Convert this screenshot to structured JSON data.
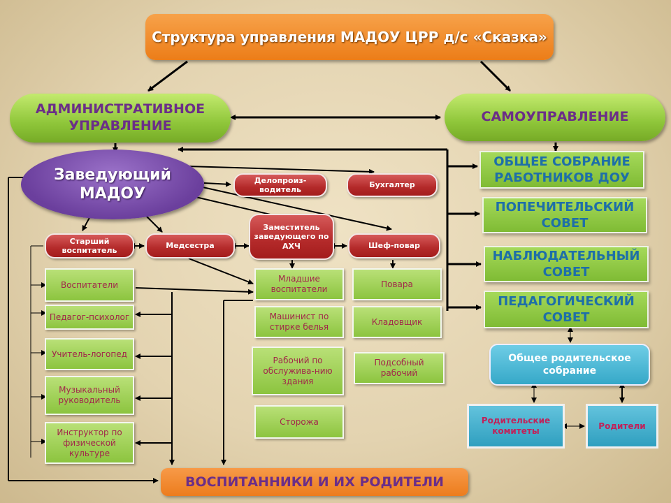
{
  "title": "Структура управления МАДОУ ЦРР д/с «Сказка»",
  "admin": "АДМИНИСТРАТИВНОЕ УПРАВЛЕНИЕ",
  "self_government": "САМОУПРАВЛЕНИЕ",
  "head": "Заведующий МАДОУ",
  "red_boxes": {
    "clerk": "Делопроиз-водитель",
    "accountant": "Бухгалтер",
    "senior_educator": "Старший воспитатель",
    "nurse": "Медсестра",
    "deputy": "Заместитель заведующего по АХЧ",
    "chef": "Шеф-повар"
  },
  "staff": {
    "educators": "Воспитатели",
    "psychologist": "Педагог-психолог",
    "speech_therapist": "Учитель-логопед",
    "music_director": "Музыкальный руководитель",
    "pe_instructor": "Инструктор по физической культуре",
    "junior_educators": "Младшие воспитатели",
    "laundry": "Машинист по стирке белья",
    "maintenance": "Рабочий по обслужива-нию здания",
    "guards": "Сторожа",
    "cooks": "Повара",
    "storekeeper": "Кладовщик",
    "helper": "Подсобный рабочий"
  },
  "councils": {
    "general_meeting": "ОБЩЕЕ СОБРАНИЕ РАБОТНИКОВ ДОУ",
    "trustees": "ПОПЕЧИТЕЛЬСКИЙ СОВЕТ",
    "supervisory": "НАБЛЮДАТЕЛЬНЫЙ СОВЕТ",
    "pedagogical": "ПЕДАГОГИЧЕСКИЙ СОВЕТ"
  },
  "parents": {
    "general_meeting": "Общее родительское собрание",
    "committees": "Родительские комитеты",
    "parents": "Родители"
  },
  "pupils": "ВОСПИТАННИКИ И ИХ РОДИТЕЛИ"
}
